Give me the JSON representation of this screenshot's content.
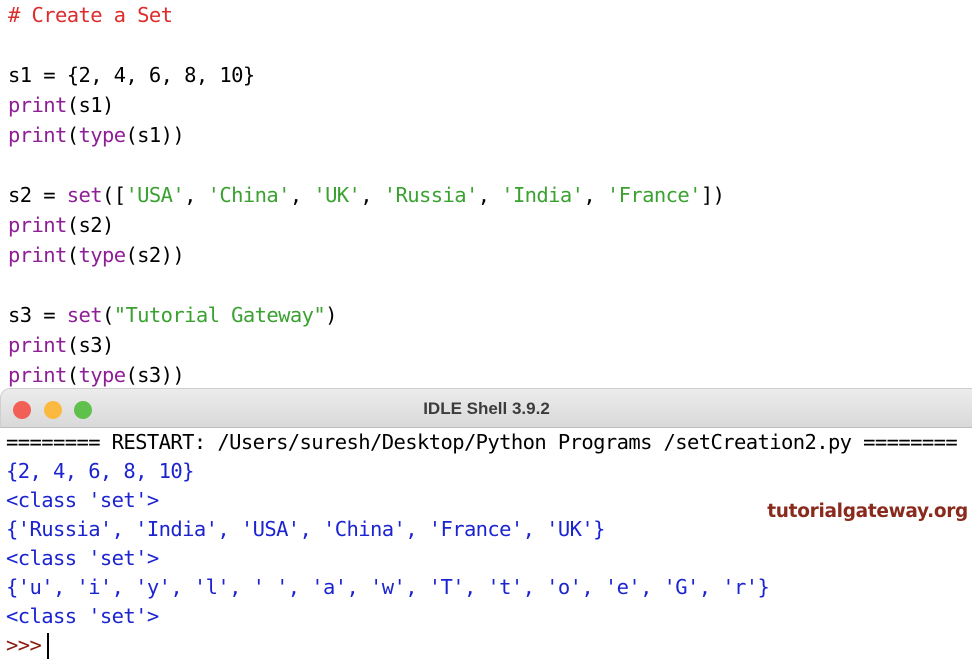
{
  "editor": {
    "lines": [
      {
        "comment": "# Create a Set"
      },
      {},
      {
        "plain": "s1 = {2, 4, 6, 8, 10}"
      },
      {
        "builtin": "print",
        "plain": "(s1)"
      },
      {
        "builtin1": "print",
        "p1": "(",
        "builtin2": "type",
        "p2": "(s1))"
      },
      {},
      {
        "plain_pre": "s2 = ",
        "builtin": "set",
        "p_open": "([",
        "args": [
          "'USA'",
          "'China'",
          "'UK'",
          "'Russia'",
          "'India'",
          "'France'"
        ],
        "sep": ", ",
        "p_close": "])"
      },
      {
        "builtin": "print",
        "plain": "(s2)"
      },
      {
        "builtin1": "print",
        "p1": "(",
        "builtin2": "type",
        "p2": "(s2))"
      },
      {},
      {
        "plain_pre": "s3 = ",
        "builtin": "set",
        "p_open": "(",
        "string": "\"Tutorial Gateway\"",
        "p_close": ")"
      },
      {
        "builtin": "print",
        "plain": "(s3)"
      },
      {
        "builtin1": "print",
        "p1": "(",
        "builtin2": "type",
        "p2": "(s3))"
      }
    ]
  },
  "shell_window": {
    "title": "IDLE Shell 3.9.2",
    "buttons": {
      "close": "close",
      "minimize": "minimize",
      "zoom": "zoom"
    },
    "restart_line": "======== RESTART: /Users/suresh/Desktop/Python Programs /setCreation2.py ========",
    "output": [
      "{2, 4, 6, 8, 10}",
      "<class 'set'>",
      "{'Russia', 'India', 'USA', 'China', 'France', 'UK'}",
      "<class 'set'>",
      "{'u', 'i', 'y', 'l', ' ', 'a', 'w', 'T', 't', 'o', 'e', 'G', 'r'}",
      "<class 'set'>"
    ],
    "prompt": ">>>",
    "watermark": "tutorialgateway.org"
  },
  "colors": {
    "comment": "#dd2c2c",
    "builtin": "#8f1f96",
    "string": "#3ba131",
    "stdout": "#1b24d0",
    "prompt": "#8a1c10",
    "watermark": "#8a2a1d"
  }
}
